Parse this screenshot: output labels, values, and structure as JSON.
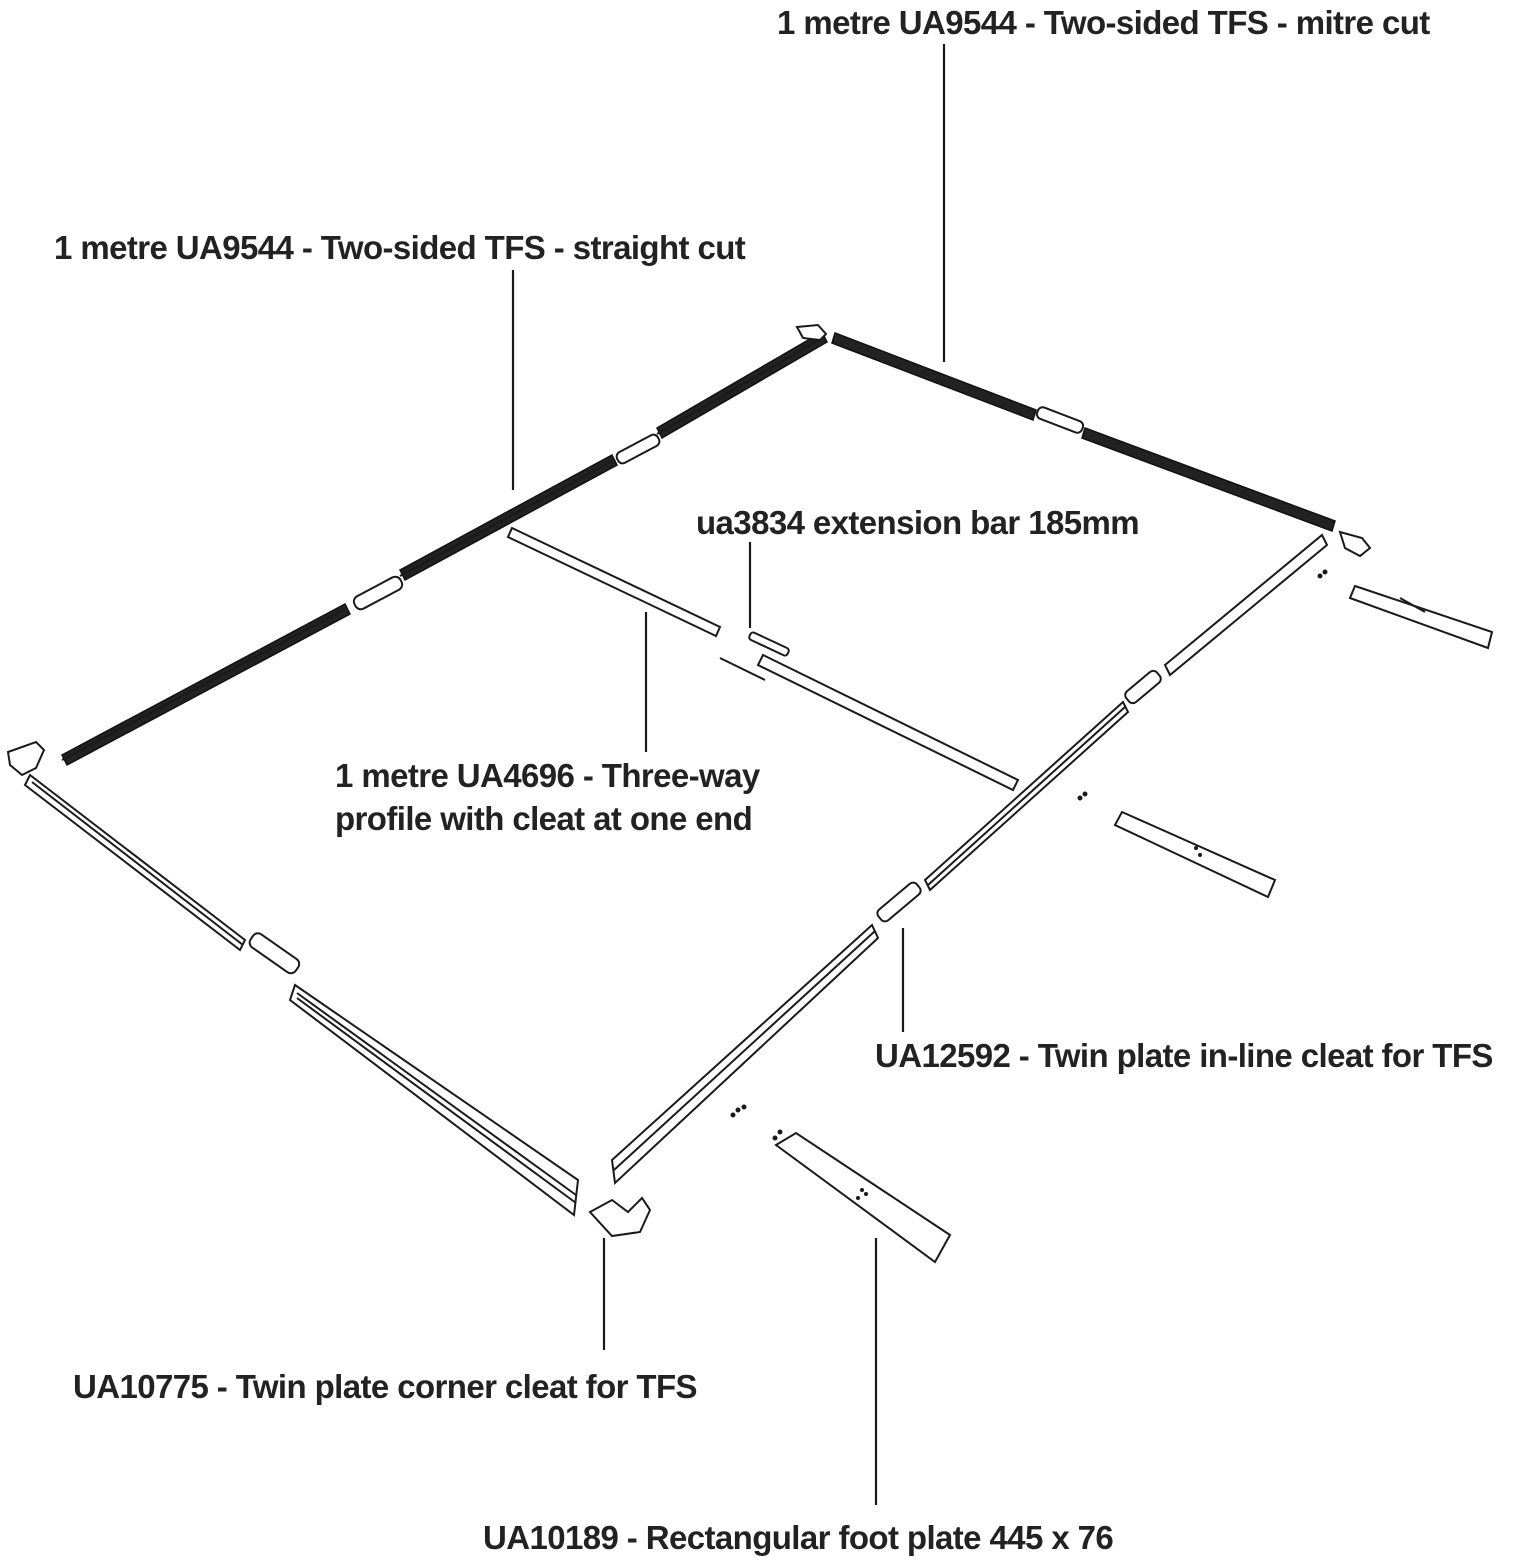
{
  "labels": {
    "mitre_cut": "1 metre UA9544 - Two-sided TFS - mitre cut",
    "straight_cut": "1 metre UA9544 - Two-sided TFS - straight cut",
    "extension_bar": "ua3834 extension bar 185mm",
    "three_way_line1": "1 metre UA4696 - Three-way",
    "three_way_line2": "profile with cleat at one end",
    "inline_cleat": "UA12592 - Twin plate in-line cleat for TFS",
    "corner_cleat": "UA10775 - Twin plate corner cleat for TFS",
    "foot_plate": "UA10189 - Rectangular foot plate 445 x 76"
  }
}
